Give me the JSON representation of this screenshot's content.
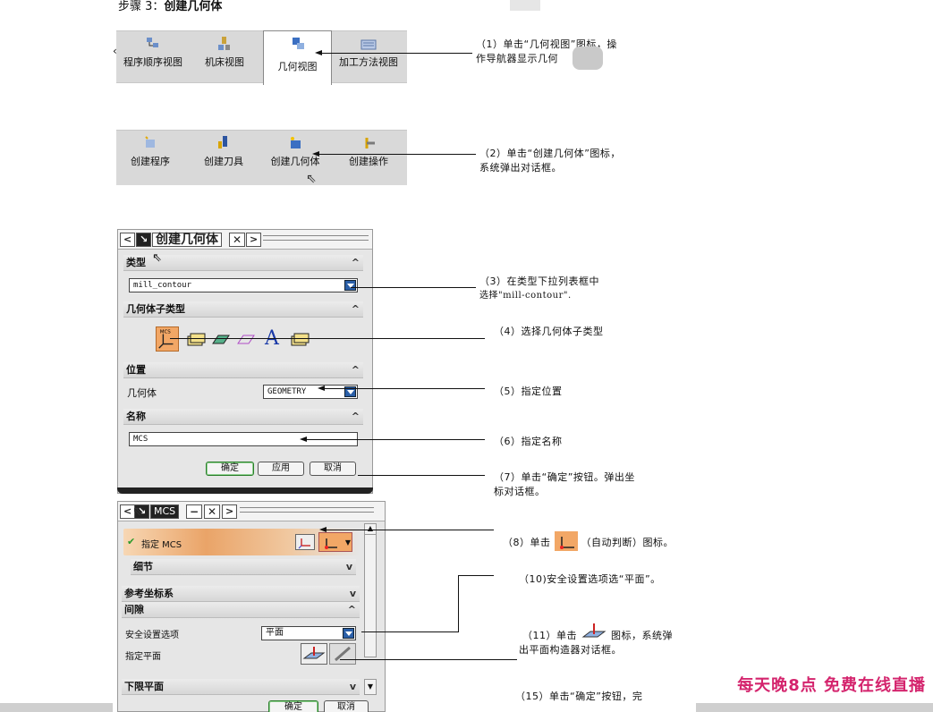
{
  "step_title": {
    "prefix": "步骤 3：",
    "bold": "创建几何体"
  },
  "toolbar1": {
    "items": [
      {
        "label": "程序顺序视图",
        "icon": "program-order-view-icon"
      },
      {
        "label": "机床视图",
        "icon": "machine-view-icon"
      },
      {
        "label": "几何视图",
        "icon": "geometry-view-icon",
        "active": true
      },
      {
        "label": "加工方法视图",
        "icon": "machining-method-view-icon"
      }
    ]
  },
  "toolbar2": {
    "items": [
      {
        "label": "创建程序",
        "icon": "create-program-icon"
      },
      {
        "label": "创建刀具",
        "icon": "create-tool-icon"
      },
      {
        "label": "创建几何体",
        "icon": "create-geometry-icon"
      },
      {
        "label": "创建操作",
        "icon": "create-operation-icon"
      }
    ]
  },
  "notes": {
    "n1_line1": "（1）单击“几何视图”图标，操",
    "n1_line2": "作导航器显示几何",
    "n2_line1": "（2）单击“创建几何体”图标，",
    "n2_line2": "系统弹出对话框。",
    "n3_line1": "（3）在类型下拉列表框中",
    "n3_line2": "选择\"mill-contour\".",
    "n4": "（4）选择几何体子类型",
    "n5": "（5）指定位置",
    "n6": "（6）指定名称",
    "n7_line1": "（7）单击“确定”按钮。弹出坐",
    "n7_line2": "标对话框。",
    "n8_pre": "（8）单击",
    "n8_post": "（自动判断）图标。",
    "n10": "（10)安全设置选项选“平面”。",
    "n11_pre": "（11）单击",
    "n11_post": "图标，系统弹",
    "n11_line2": "出平面构造器对话框。",
    "n15_line1": "（15）单击“确定”按钮，完"
  },
  "dialog": {
    "title": "创建几何体",
    "section_type": "类型",
    "type_value": "mill_contour",
    "section_subtype": "几何体子类型",
    "section_position": "位置",
    "geometry_label": "几何体",
    "geometry_value": "GEOMETRY",
    "section_name": "名称",
    "name_value": "MCS",
    "ok": "确定",
    "apply": "应用",
    "cancel": "取消"
  },
  "mcs_dialog": {
    "title": "MCS",
    "specify_mcs": "指定 MCS",
    "details": "细节",
    "ref_csys": "参考坐标系",
    "clearance": "间隙",
    "safe_option_label": "安全设置选项",
    "safe_option_value": "平面",
    "specify_plane": "指定平面",
    "lower_limit_plane": "下限平面",
    "ok": "确定",
    "cancel": "取消"
  },
  "promo": {
    "text_a": "每天晚",
    "text_b": "8",
    "text_c": "点 免费在线直播"
  },
  "colors": {
    "promo": "#d4246d",
    "accent_orange": "#eaa468",
    "dropdown_blue": "#2a5fa8"
  }
}
